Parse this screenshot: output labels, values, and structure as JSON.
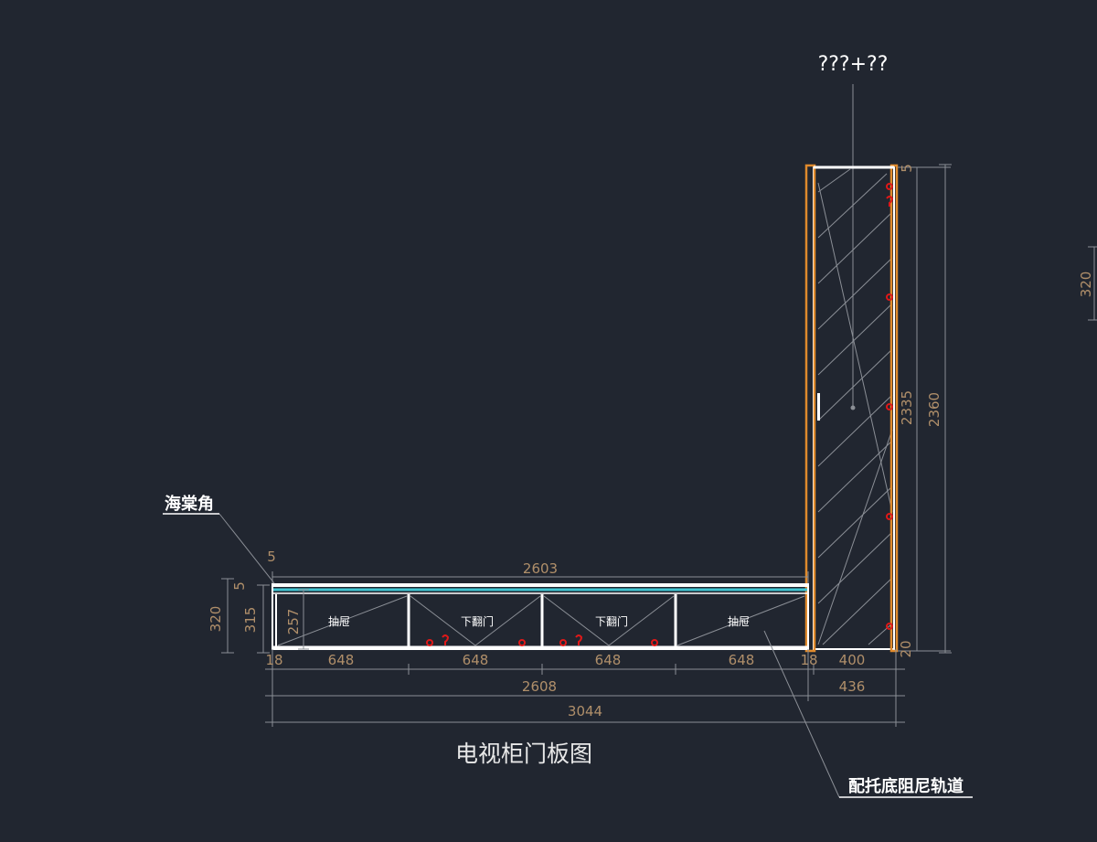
{
  "drawing": {
    "title": "电视柜门板图",
    "top_label": "???+??",
    "corner_label": "海棠角",
    "rail_note": "配托底阻尼轨道"
  },
  "compartments": [
    {
      "label": "抽屉",
      "width": "648"
    },
    {
      "label": "下翻门",
      "width": "648"
    },
    {
      "label": "下翻门",
      "width": "648"
    },
    {
      "label": "抽屉",
      "width": "648"
    }
  ],
  "dimensions": {
    "top_offset": "5",
    "top_span": "2603",
    "left_small": "5",
    "left_total": "320",
    "left_mid": "315",
    "left_inner": "257",
    "left_panel": "18",
    "right_panel": "18",
    "tall_width": "400",
    "bottom_right": "20",
    "bottom_span": "2608",
    "tall_outer": "436",
    "overall": "3044",
    "tall_top": "5",
    "tall_inner_height": "2335",
    "tall_height": "2360",
    "edge_value": "320"
  },
  "colors": {
    "background": "#212630",
    "dimension": "#b08f6a",
    "panel_edge": "#e08a2c",
    "cyan_strip": "#3fc3d0",
    "hardware": "#e01818",
    "line": "#ffffff",
    "hatch": "#8b8f96"
  }
}
